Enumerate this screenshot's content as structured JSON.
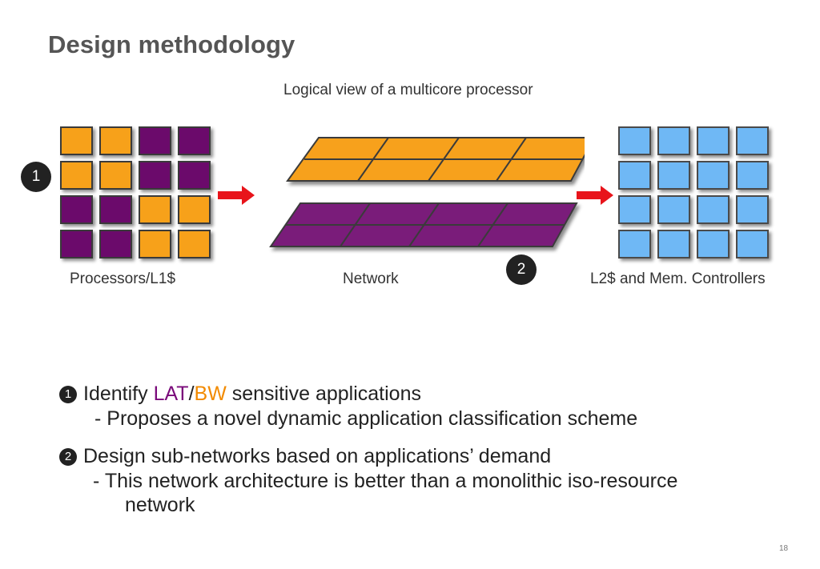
{
  "title": "Design methodology",
  "diagram": {
    "subtitle": "Logical view of a multicore processor",
    "processors_label": "Processors/L1$",
    "network_label": "Network",
    "l2_label": "L2$ and Mem. Controllers",
    "badge_1": "1",
    "badge_2": "2",
    "processor_grid": [
      [
        "orange",
        "orange",
        "purple",
        "purple"
      ],
      [
        "orange",
        "orange",
        "purple",
        "purple"
      ],
      [
        "purple",
        "purple",
        "orange",
        "orange"
      ],
      [
        "purple",
        "purple",
        "orange",
        "orange"
      ]
    ],
    "colors": {
      "orange": "#f7a11a",
      "purple": "#6b0a6b",
      "blue": "#6fb8f5",
      "arrow": "#e8141b"
    }
  },
  "bullets": [
    {
      "number": "1",
      "prefix": "Identify ",
      "lat": "LAT",
      "slash": "/",
      "bw": "BW",
      "suffix": " sensitive applications",
      "sub": "- Proposes a novel dynamic application classification scheme"
    },
    {
      "number": "2",
      "text": "Design sub-networks based on applications’ demand",
      "sub": "- This network architecture is better than a monolithic iso-resource",
      "sub2": "network"
    }
  ],
  "page_number": "18"
}
